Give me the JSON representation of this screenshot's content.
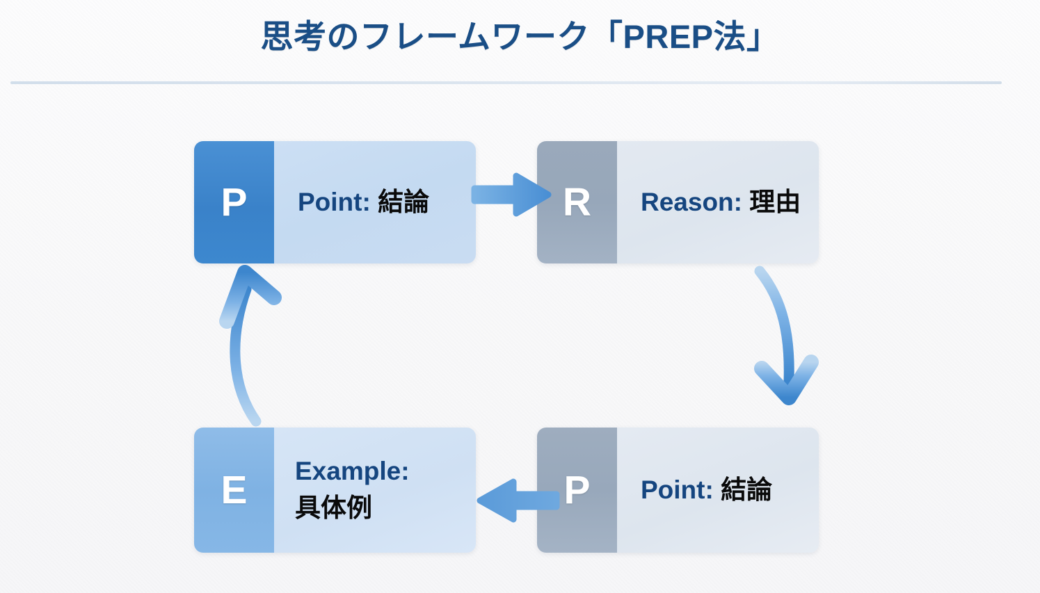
{
  "slide": {
    "title": "思考のフレームワーク「PREP法」",
    "background_color": "#fafafa",
    "title_color": "#1a4e86",
    "divider_color": "#d5e0ec"
  },
  "cards": [
    {
      "id": "p1",
      "letter": "P",
      "label_en": "Point:",
      "label_jp": "結論",
      "tab_color": "#3d88cf",
      "body_color": "#c7dbf1",
      "position": "top-left"
    },
    {
      "id": "r",
      "letter": "R",
      "label_en": "Reason:",
      "label_jp": "理由",
      "tab_color": "#9aa9bb",
      "body_color": "#e0e7f0",
      "position": "top-right"
    },
    {
      "id": "p2",
      "letter": "P",
      "label_en": "Point:",
      "label_jp": "結論",
      "tab_color": "#9eadbf",
      "body_color": "#e1e8f1",
      "position": "bottom-right"
    },
    {
      "id": "e",
      "letter": "E",
      "label_en": "Example:",
      "label_jp": "具体例",
      "tab_color": "#7fb2e3",
      "body_color": "#d3e2f5",
      "position": "bottom-left"
    }
  ],
  "arrows": [
    {
      "id": "top",
      "name": "arrow-right-icon",
      "from": "p1",
      "to": "r",
      "direction": "right",
      "color": "#5b9bd9"
    },
    {
      "id": "right",
      "name": "arrow-curve-down-icon",
      "from": "r",
      "to": "p2",
      "direction": "down",
      "color": "#4a93d8"
    },
    {
      "id": "bottom",
      "name": "arrow-left-icon",
      "from": "p2",
      "to": "e",
      "direction": "left",
      "color": "#5b9bd9"
    },
    {
      "id": "left",
      "name": "arrow-curve-up-icon",
      "from": "e",
      "to": "p1",
      "direction": "up",
      "color": "#4a93d8"
    }
  ]
}
